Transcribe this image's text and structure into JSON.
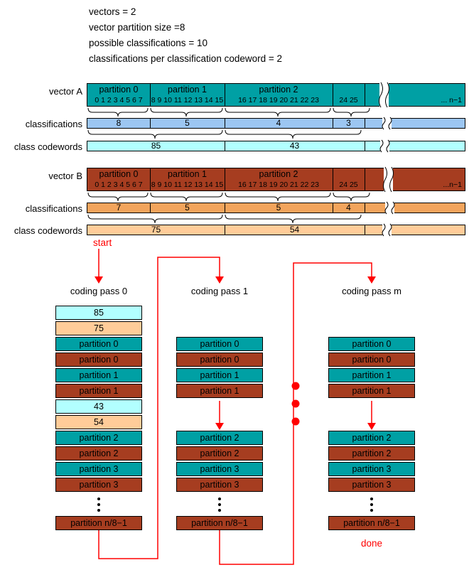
{
  "header": {
    "lines": [
      "vectors = 2",
      "vector partition size =8",
      "possible classifications = 10",
      "classifications per classification codeword = 2"
    ]
  },
  "colors": {
    "teal": "#00A0A4",
    "brown": "#A63D20",
    "light_blue": "#9CC6F2",
    "pale_cyan": "#B2FFFF",
    "tan": "#F2A45C",
    "pale_orange": "#FFCC99",
    "red": "#FF0000"
  },
  "labels": {
    "vector_a": "vector A",
    "vector_b": "vector B",
    "classifications": "classifications",
    "class_codewords": "class codewords",
    "start": "start",
    "done": "done"
  },
  "vector_a": {
    "bar_color": "teal",
    "class_color": "light_blue",
    "codeword_color": "pale_cyan",
    "partitions": [
      "partition 0",
      "partition 1",
      "partition 2"
    ],
    "index_groups": [
      "0 1 2 3 4 5 6 7",
      "8 9 10 11 12 13 14 15",
      "16 17 18 19 20 21 22 23",
      "24 25"
    ],
    "tail": "... n−1",
    "classifications": [
      "8",
      "5",
      "4",
      "3"
    ],
    "codewords": [
      "85",
      "43"
    ]
  },
  "vector_b": {
    "bar_color": "brown",
    "class_color": "tan",
    "codeword_color": "pale_orange",
    "partitions": [
      "partition 0",
      "partition 1",
      "partition 2"
    ],
    "index_groups": [
      "0 1 2 3 4 5 6 7",
      "8 9 10 11 12 13 14 15",
      "16 17 18 19 20 21 22 23",
      "24 25"
    ],
    "tail": "...n−1",
    "classifications": [
      "7",
      "5",
      "5",
      "4"
    ],
    "codewords": [
      "75",
      "54"
    ]
  },
  "passes": {
    "pass0": {
      "label": "coding pass 0",
      "boxes": [
        {
          "text": "85",
          "color": "pale_cyan"
        },
        {
          "text": "75",
          "color": "pale_orange"
        },
        {
          "text": "partition 0",
          "color": "teal"
        },
        {
          "text": "partition 0",
          "color": "brown"
        },
        {
          "text": "partition 1",
          "color": "teal"
        },
        {
          "text": "partition 1",
          "color": "brown"
        },
        {
          "text": "43",
          "color": "pale_cyan"
        },
        {
          "text": "54",
          "color": "pale_orange"
        },
        {
          "text": "partition 2",
          "color": "teal"
        },
        {
          "text": "partition 2",
          "color": "brown"
        },
        {
          "text": "partition 3",
          "color": "teal"
        },
        {
          "text": "partition 3",
          "color": "brown"
        }
      ],
      "last": {
        "text": "partition n/8−1",
        "color": "brown"
      }
    },
    "pass1": {
      "label": "coding pass 1",
      "top": [
        {
          "text": "partition 0",
          "color": "teal"
        },
        {
          "text": "partition 0",
          "color": "brown"
        },
        {
          "text": "partition 1",
          "color": "teal"
        },
        {
          "text": "partition 1",
          "color": "brown"
        }
      ],
      "bottom": [
        {
          "text": "partition 2",
          "color": "teal"
        },
        {
          "text": "partition 2",
          "color": "brown"
        },
        {
          "text": "partition 3",
          "color": "teal"
        },
        {
          "text": "partition 3",
          "color": "brown"
        }
      ],
      "last": {
        "text": "partition n/8−1",
        "color": "brown"
      }
    },
    "passm": {
      "label": "coding pass m",
      "top": [
        {
          "text": "partition 0",
          "color": "teal"
        },
        {
          "text": "partition 0",
          "color": "brown"
        },
        {
          "text": "partition 1",
          "color": "teal"
        },
        {
          "text": "partition 1",
          "color": "brown"
        }
      ],
      "bottom": [
        {
          "text": "partition 2",
          "color": "teal"
        },
        {
          "text": "partition 2",
          "color": "brown"
        },
        {
          "text": "partition 3",
          "color": "teal"
        },
        {
          "text": "partition 3",
          "color": "brown"
        }
      ],
      "last": {
        "text": "partition n/8−1",
        "color": "brown"
      }
    }
  }
}
